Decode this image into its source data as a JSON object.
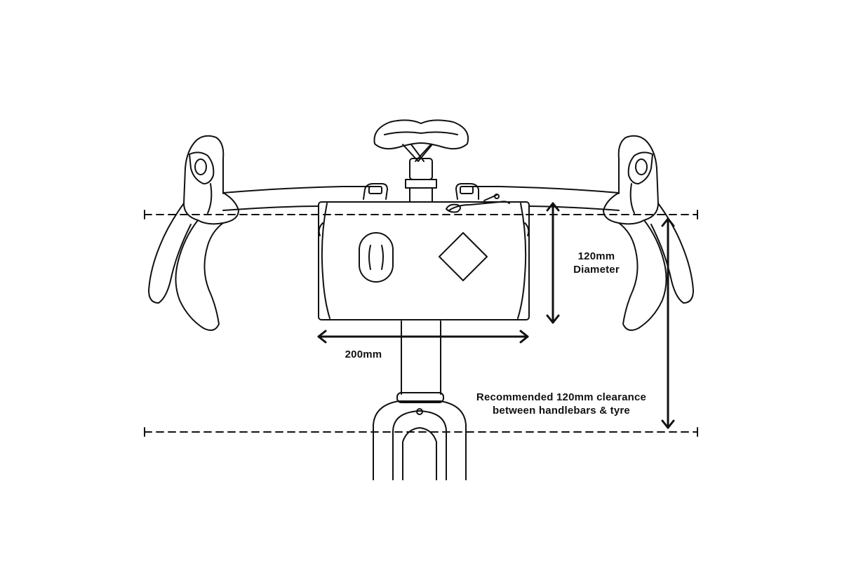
{
  "labels": {
    "diameter_line1": "120mm",
    "diameter_line2": "Diameter",
    "width": "200mm",
    "clearance_line1": "Recommended 120mm clearance",
    "clearance_line2": "between handlebars & tyre"
  },
  "colors": {
    "line": "#111111",
    "background": "#ffffff"
  }
}
